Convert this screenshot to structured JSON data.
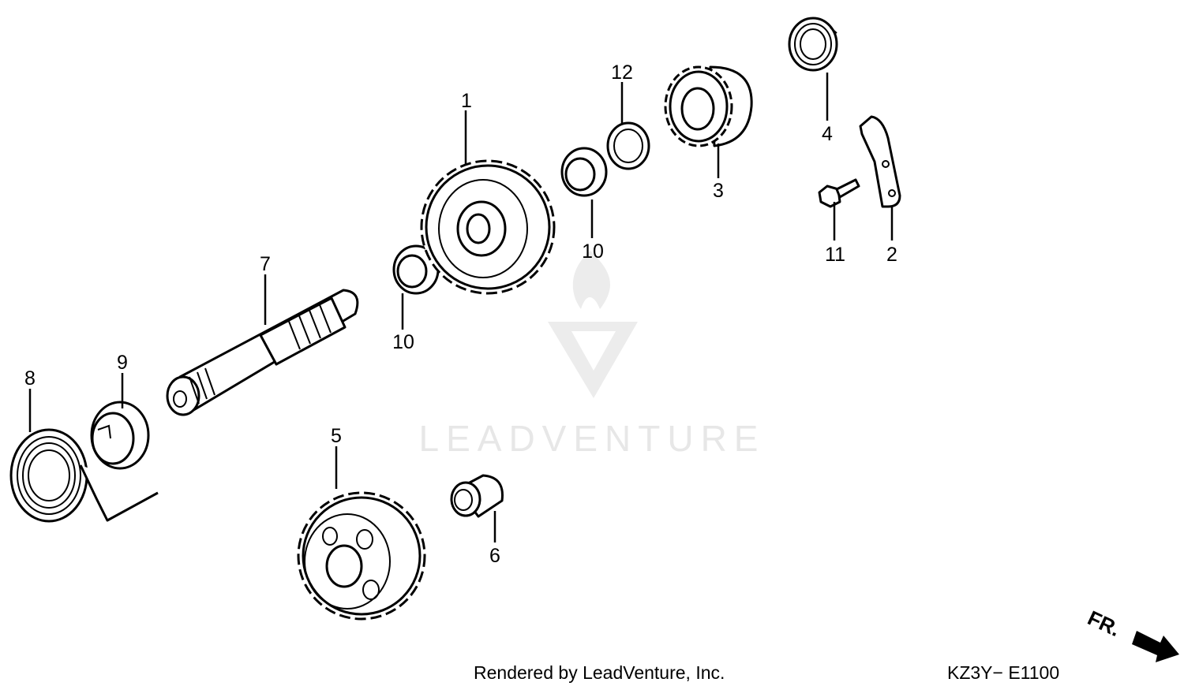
{
  "watermark": {
    "text": "LEADVENTURE"
  },
  "callouts": [
    {
      "id": "1",
      "label": "1"
    },
    {
      "id": "2",
      "label": "2"
    },
    {
      "id": "3",
      "label": "3"
    },
    {
      "id": "4",
      "label": "4"
    },
    {
      "id": "5",
      "label": "5"
    },
    {
      "id": "6",
      "label": "6"
    },
    {
      "id": "7",
      "label": "7"
    },
    {
      "id": "8",
      "label": "8"
    },
    {
      "id": "9",
      "label": "9"
    },
    {
      "id": "10a",
      "label": "10"
    },
    {
      "id": "10b",
      "label": "10"
    },
    {
      "id": "11",
      "label": "11"
    },
    {
      "id": "12",
      "label": "12"
    }
  ],
  "footer": {
    "credit": "Rendered by LeadVenture, Inc.",
    "code": "KZ3Y− E1100"
  },
  "direction_marker": {
    "label": "FR."
  },
  "colors": {
    "line": "#000000",
    "background": "#ffffff",
    "watermark": "#e7e7e7"
  },
  "icons": {
    "watermark_logo": "flame-v-logo-icon",
    "front_arrow": "arrow-down-right-icon"
  }
}
